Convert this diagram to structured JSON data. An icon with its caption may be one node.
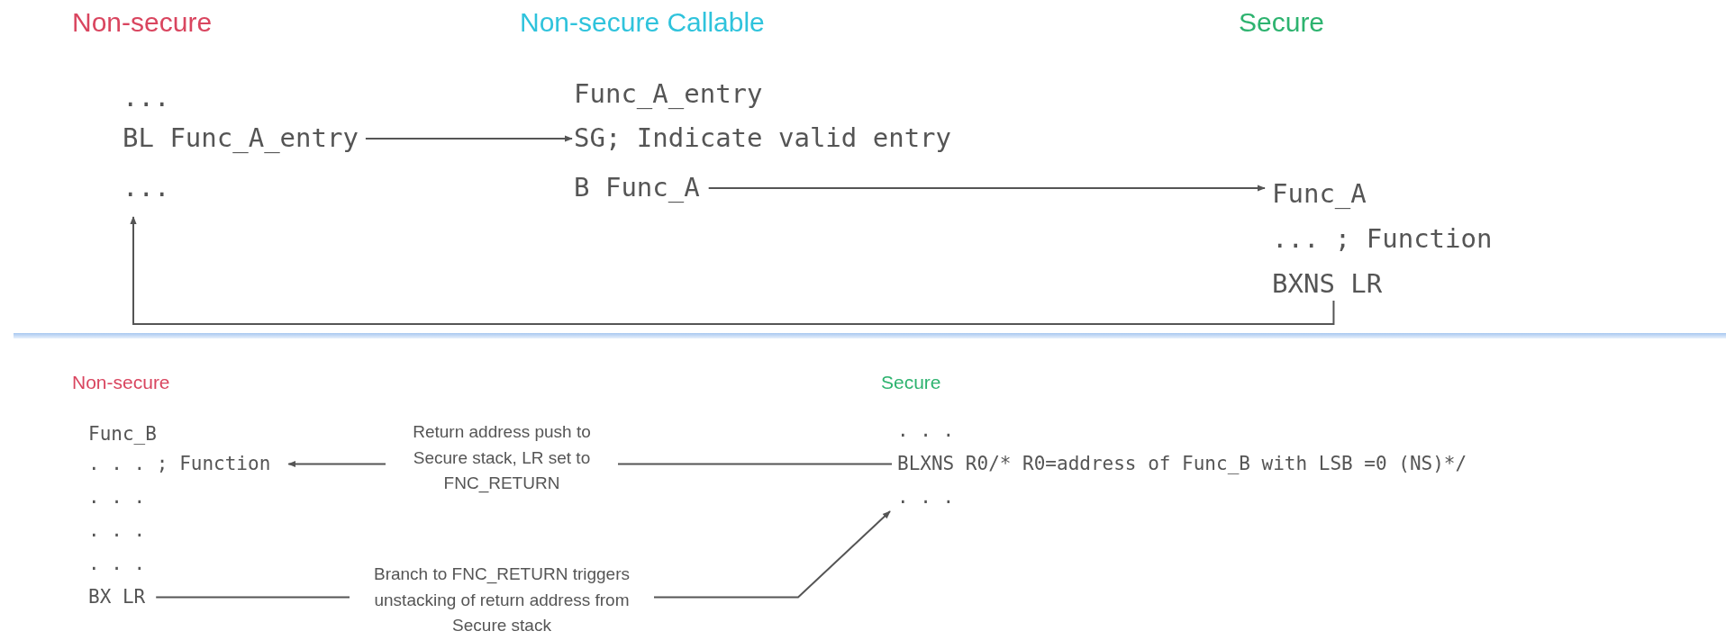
{
  "diagram": {
    "nodes": [
      {
        "text": [
          "BL Func_A_entry"
        ]
      },
      {
        "text": [
          "SG; Indicate valid entry"
        ]
      },
      {
        "text": [
          "B Func_A"
        ]
      },
      {
        "text": [
          "Func_A"
        ]
      },
      {
        "text": [
          "BXNS LR"
        ]
      },
      {
        "text": [
          "..."
        ]
      },
      {
        "text": [
          ". . . ; Function"
        ]
      },
      {
        "text": [
          "BLXNS R0/* R0=address of Func_B with LSB =0 (NS)*/"
        ]
      },
      {
        "text": [
          ". . ."
        ]
      },
      {
        "text": [
          "BX LR"
        ]
      }
    ],
    "edges": [
      {
        "from": 0,
        "to": 1,
        "arrow": "to"
      },
      {
        "from": 2,
        "to": 3,
        "arrow": "to"
      },
      {
        "from": 4,
        "to": 5,
        "arrow": "to"
      },
      {
        "from": 7,
        "to": 6,
        "arrow": "to",
        "label": "Return address push to Secure stack, LR set to FNC_RETURN"
      },
      {
        "from": 9,
        "to": 8,
        "arrow": "to",
        "label": "Branch to FNC_RETURN triggers unstacking of return address from Secure stack"
      }
    ],
    "labels": [
      "Non-secure",
      "Non-secure Callable",
      "Secure",
      "...",
      "Func_A_entry",
      "... ; Function",
      "Non-secure",
      "Secure",
      "Func_B",
      ". . .",
      ". . .",
      ". . .",
      ". . ."
    ]
  }
}
